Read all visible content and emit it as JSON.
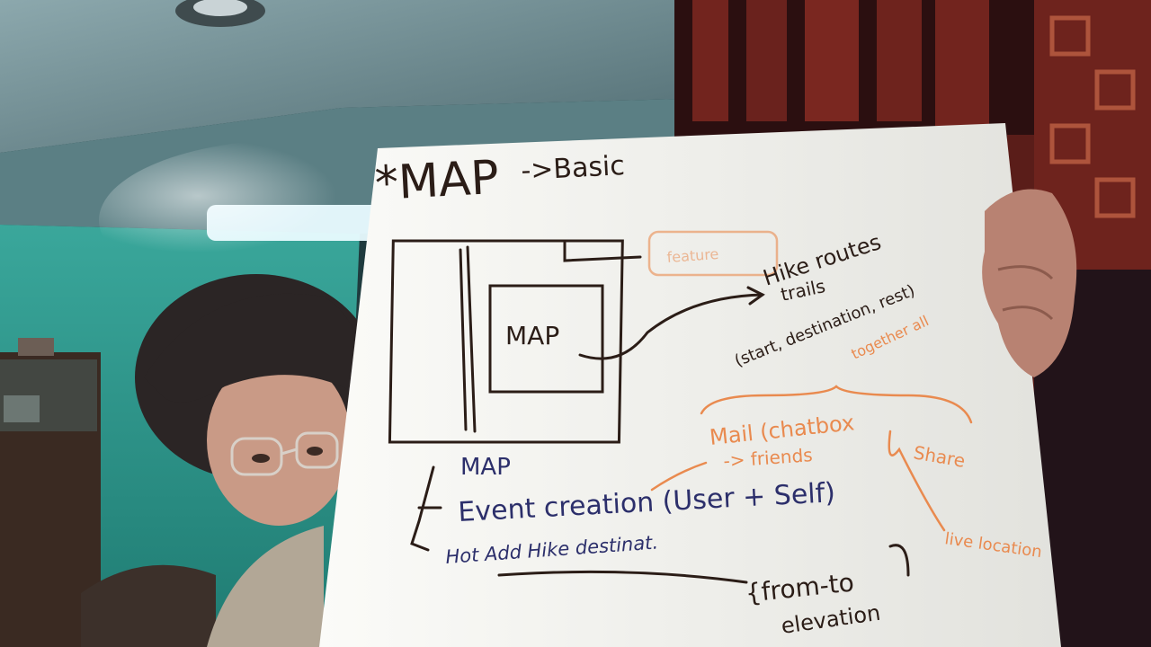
{
  "photo": {
    "subject": "person holding hand-drawn wireframe sketch",
    "colors": {
      "wall": "#2f8f86",
      "ceiling": "#6e8b93",
      "paper": "#f4f3ef",
      "ink_black": "#2b1d17",
      "ink_orange": "#e98a4f",
      "ink_blue": "#2c2f6b",
      "curtain": "#6a1f1a",
      "skin": "#c99a86",
      "hair": "#2b2525"
    }
  },
  "sketch": {
    "title": "*MAP",
    "title_suffix": "->Basic",
    "map_box_label": "MAP",
    "arrow_note_line1": "Hike routes",
    "arrow_note_line2": "trails",
    "arrow_note_line3": "(start, destination, rest)",
    "list_item_1": "MAP",
    "list_item_2": "Event creation (User + Self)",
    "list_item_3": "Hot Add Hike destinat.",
    "sub_note_1": "{from-to",
    "sub_note_2": "elevation",
    "orange_features": "feature",
    "orange_together": "together all",
    "orange_mail": "Mail (chatbox",
    "orange_friends": "-> friends",
    "orange_share": "Share",
    "orange_location": "live location"
  }
}
